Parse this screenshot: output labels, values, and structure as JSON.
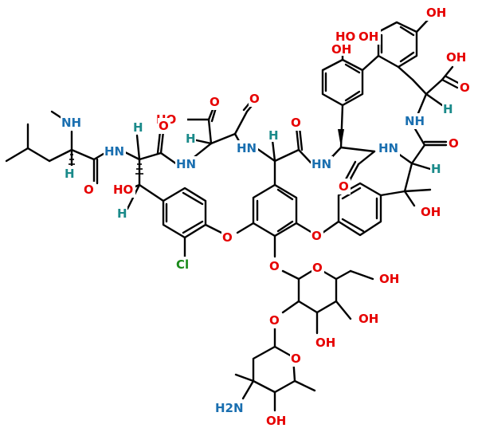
{
  "figure": {
    "kind": "chemical-structure",
    "colors": {
      "bond": "#000000",
      "oxygen": "#e60000",
      "nitrogen": "#1a6fb0",
      "chlorine": "#1a8a1a",
      "hydrogen": "#1a8a8a"
    }
  },
  "labels": {
    "oh_top_right": "OH",
    "oh_top_mid": "OH",
    "ho_top_left": "HO",
    "oh_biphenyl": "OH",
    "cooh_right_o": "O",
    "cooh_right_oh": "OH",
    "h_right_alpha": "H",
    "nh_right": "NH",
    "o_right_amide": "O",
    "hn_macro_right": "HN",
    "o_macro_mid": "O",
    "hn_macro_center": "HN",
    "h_center": "H",
    "o_center_amide": "O",
    "hn_center_left": "HN",
    "o_asp_amide": "O",
    "o_asp_acid": "O",
    "ho_asp_acid": "HO",
    "h_asp": "H",
    "hn_left_ring": "HN",
    "o_left_amide": "O",
    "h_left_alpha": "H",
    "hn_leucyl": "HN",
    "o_leucyl": "O",
    "nh_methyl": "NH",
    "h_leucyl": "H",
    "ho_left_benzylic": "HO",
    "h_left_benzylic": "H",
    "cl": "Cl",
    "o_ether_left": "O",
    "o_ether_right": "O",
    "h_right_benzylic": "H",
    "oh_right_benzylic": "OH",
    "o_glycoside": "O",
    "o_sugar_ring": "O",
    "oh_sugar_ch2": "OH",
    "o_sugar_link": "O",
    "oh_sugar_4": "OH",
    "oh_sugar_3": "OH",
    "o_amino_sugar_ring": "O",
    "nh2": "H2N",
    "oh_amino_sugar": "OH"
  }
}
